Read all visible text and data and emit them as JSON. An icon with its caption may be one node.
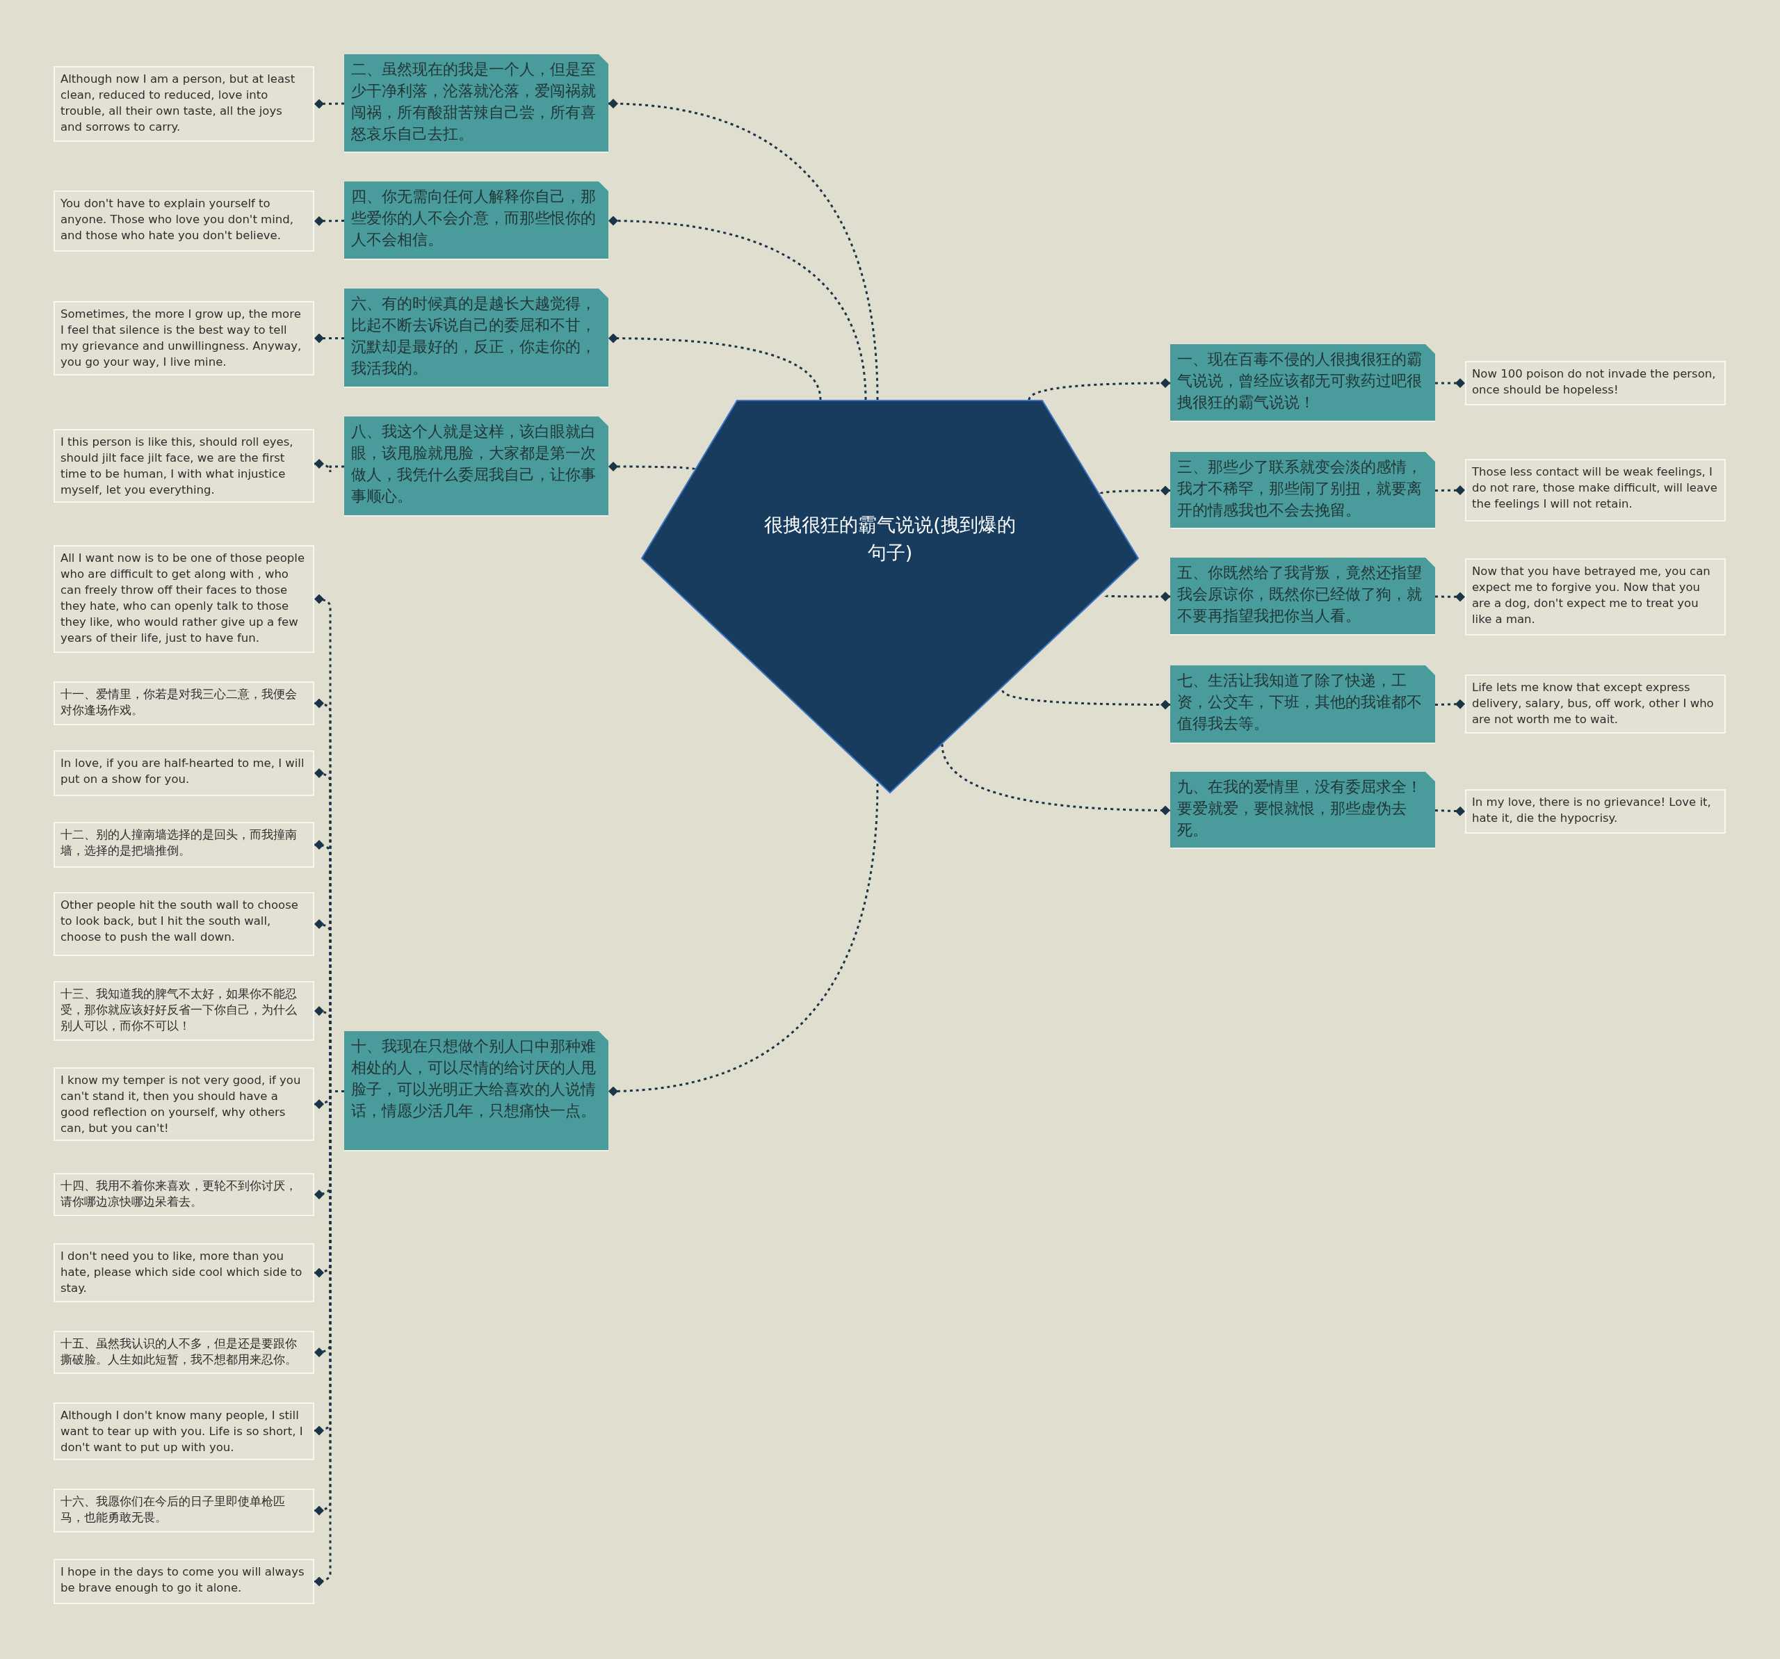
{
  "diagram": {
    "nodes": [
      {
        "text": [
          "很拽很狂的霸气说说(拽到爆的句子)"
        ]
      },
      {
        "text": [
          "一、现在百毒不侵的人很拽很狂的霸气说说，曾经应该都无可救药过吧很拽很狂的霸气说说！"
        ]
      },
      {
        "text": [
          "Now 100 poison do not invade the person, once should be hopeless!"
        ]
      },
      {
        "text": [
          "二、虽然现在的我是一个人，但是至少干净利落，沦落就沦落，爱闯祸就闯祸，所有酸甜苦辣自己尝，所有喜怒哀乐自己去扛。"
        ]
      },
      {
        "text": [
          "Although now I am a person, but at least clean, reduced to reduced, love into trouble, all their own taste, all the joys and sorrows to carry."
        ]
      },
      {
        "text": [
          "三、那些少了联系就变会淡的感情，我才不稀罕，那些闹了别扭，就要离开的情感我也不会去挽留。"
        ]
      },
      {
        "text": [
          "Those less contact will be weak feelings, I do not rare, those make difficult, will leave the feelings I will not retain."
        ]
      },
      {
        "text": [
          "四、你无需向任何人解释你自己，那些爱你的人不会介意，而那些恨你的人不会相信。"
        ]
      },
      {
        "text": [
          "You don't have to explain yourself to anyone. Those who love you don't mind, and those who hate you don't believe."
        ]
      },
      {
        "text": [
          "五、你既然给了我背叛，竟然还指望我会原谅你，既然你已经做了狗，就不要再指望我把你当人看。"
        ]
      },
      {
        "text": [
          "Now that you have betrayed me, you can expect me to forgive you. Now that you are a dog, don't expect me to treat you like a man."
        ]
      },
      {
        "text": [
          "六、有的时候真的是越长大越觉得，比起不断去诉说自己的委屈和不甘，沉默却是最好的，反正，你走你的，我活我的。"
        ]
      },
      {
        "text": [
          "Sometimes, the more I grow up, the more I feel that silence is the best way to tell my grievance and unwillingness. Anyway, you go your way, I live mine."
        ]
      },
      {
        "text": [
          "七、生活让我知道了除了快递，工资，公交车，下班，其他的我谁都不值得我去等。"
        ]
      },
      {
        "text": [
          "Life lets me know that except express delivery, salary, bus, off work, other I who are not worth me to wait."
        ]
      },
      {
        "text": [
          "八、我这个人就是这样，该白眼就白眼，该甩脸就甩脸，大家都是第一次做人，我凭什么委屈我自己，让你事事顺心。"
        ]
      },
      {
        "text": [
          "I this person is like this, should roll eyes, should jilt face jilt face, we are the first time to be human, I with what injustice myself, let you everything."
        ]
      },
      {
        "text": [
          "九、在我的爱情里，没有委屈求全！要爱就爱，要恨就恨，那些虚伪去死。"
        ]
      },
      {
        "text": [
          "In my love, there is no grievance! Love it, hate it, die the hypocrisy."
        ]
      },
      {
        "text": [
          "十、我现在只想做个别人口中那种难相处的人，可以尽情的给讨厌的人甩脸子，可以光明正大给喜欢的人说情话，情愿少活几年，只想痛快一点。"
        ]
      },
      {
        "text": [
          "All I want now is to be one of those people who are difficult to get along with , who can freely throw off their faces to those they hate, who can openly talk to those they like, who would rather give up a few years of their life, just to have fun."
        ]
      },
      {
        "text": [
          "十一、爱情里，你若是对我三心二意，我便会对你逢场作戏。"
        ]
      },
      {
        "text": [
          "In love, if you are half-hearted to me, I will put on a show for you."
        ]
      },
      {
        "text": [
          "十二、别的人撞南墙选择的是回头，而我撞南墙，选择的是把墙推倒。"
        ]
      },
      {
        "text": [
          "Other people hit the south wall to choose to look back, but I hit the south wall, choose to push the wall down."
        ]
      },
      {
        "text": [
          "十三、我知道我的脾气不太好，如果你不能忍受，那你就应该好好反省一下你自己，为什么别人可以，而你不可以！"
        ]
      },
      {
        "text": [
          "I know my temper is not very good, if you can't stand it, then you should have a good reflection on yourself, why others can, but you can't!"
        ]
      },
      {
        "text": [
          "十四、我用不着你来喜欢，更轮不到你讨厌，请你哪边凉快哪边呆着去。"
        ]
      },
      {
        "text": [
          "I don't need you to like, more than you hate, please which side cool which side to stay."
        ]
      },
      {
        "text": [
          "十五、虽然我认识的人不多，但是还是要跟你撕破脸。人生如此短暂，我不想都用来忍你。"
        ]
      },
      {
        "text": [
          "Although I don't know many people, I still want to tear up with you. Life is so short, I don't want to put up with you."
        ]
      },
      {
        "text": [
          "十六、我愿你们在今后的日子里即使单枪匹马，也能勇敢无畏。"
        ]
      },
      {
        "text": [
          "I hope in the days to come you will always be brave enough to go it alone."
        ]
      }
    ],
    "edges": [
      {
        "from": 0,
        "to": 1,
        "arrow": "other",
        "style": "dashed"
      },
      {
        "from": 1,
        "to": 2,
        "arrow": "other",
        "style": "dashed"
      },
      {
        "from": 0,
        "to": 3,
        "arrow": "other",
        "style": "dashed"
      },
      {
        "from": 3,
        "to": 4,
        "arrow": "other",
        "style": "dashed"
      },
      {
        "from": 0,
        "to": 5,
        "arrow": "other",
        "style": "dashed"
      },
      {
        "from": 5,
        "to": 6,
        "arrow": "other",
        "style": "dashed"
      },
      {
        "from": 0,
        "to": 7,
        "arrow": "other",
        "style": "dashed"
      },
      {
        "from": 7,
        "to": 8,
        "arrow": "other",
        "style": "dashed"
      },
      {
        "from": 0,
        "to": 9,
        "arrow": "other",
        "style": "dashed"
      },
      {
        "from": 9,
        "to": 10,
        "arrow": "other",
        "style": "dashed"
      },
      {
        "from": 0,
        "to": 11,
        "arrow": "other",
        "style": "dashed"
      },
      {
        "from": 11,
        "to": 12,
        "arrow": "other",
        "style": "dashed"
      },
      {
        "from": 0,
        "to": 13,
        "arrow": "other",
        "style": "dashed"
      },
      {
        "from": 13,
        "to": 14,
        "arrow": "other",
        "style": "dashed"
      },
      {
        "from": 0,
        "to": 15,
        "arrow": "other",
        "style": "dashed"
      },
      {
        "from": 15,
        "to": 16,
        "arrow": "other",
        "style": "dashed"
      },
      {
        "from": 0,
        "to": 17,
        "arrow": "other",
        "style": "dashed"
      },
      {
        "from": 17,
        "to": 18,
        "arrow": "other",
        "style": "dashed"
      },
      {
        "from": 0,
        "to": 19,
        "arrow": "other",
        "style": "dashed"
      },
      {
        "from": 19,
        "to": 20,
        "arrow": "other",
        "style": "dashed"
      },
      {
        "from": 19,
        "to": 21,
        "arrow": "other",
        "style": "dashed"
      },
      {
        "from": 19,
        "to": 22,
        "arrow": "other",
        "style": "dashed"
      },
      {
        "from": 19,
        "to": 23,
        "arrow": "other",
        "style": "dashed"
      },
      {
        "from": 19,
        "to": 24,
        "arrow": "other",
        "style": "dashed"
      },
      {
        "from": 19,
        "to": 25,
        "arrow": "other",
        "style": "dashed"
      },
      {
        "from": 19,
        "to": 26,
        "arrow": "other",
        "style": "dashed"
      },
      {
        "from": 19,
        "to": 27,
        "arrow": "other",
        "style": "dashed"
      },
      {
        "from": 19,
        "to": 28,
        "arrow": "other",
        "style": "dashed"
      },
      {
        "from": 19,
        "to": 29,
        "arrow": "other",
        "style": "dashed"
      },
      {
        "from": 19,
        "to": 30,
        "arrow": "other",
        "style": "dashed"
      },
      {
        "from": 19,
        "to": 31,
        "arrow": "other",
        "style": "dashed"
      },
      {
        "from": 19,
        "to": 32,
        "arrow": "other",
        "style": "dashed"
      }
    ]
  }
}
